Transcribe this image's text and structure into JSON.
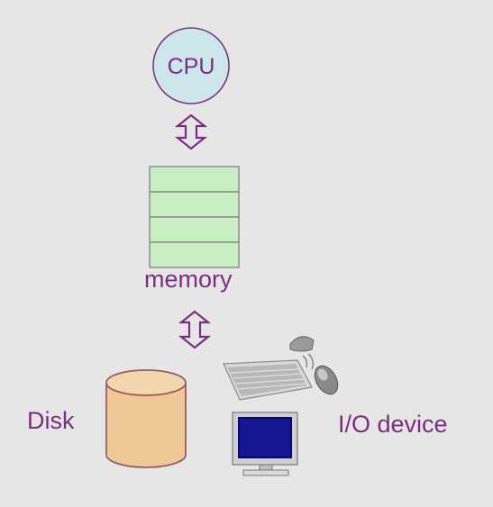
{
  "diagram": {
    "cpu": {
      "label": "CPU"
    },
    "memory": {
      "label": "memory",
      "slots": 4
    },
    "disk": {
      "label": "Disk"
    },
    "io": {
      "label": "I/O device"
    }
  },
  "colors": {
    "label_purple": "#7b2d86",
    "cpu_fill": "#cde6ec",
    "memory_fill": "#c8ecc4",
    "disk_fill": "#f0c896",
    "arrow": "#7b2d86",
    "background": "#e6e6e4"
  }
}
